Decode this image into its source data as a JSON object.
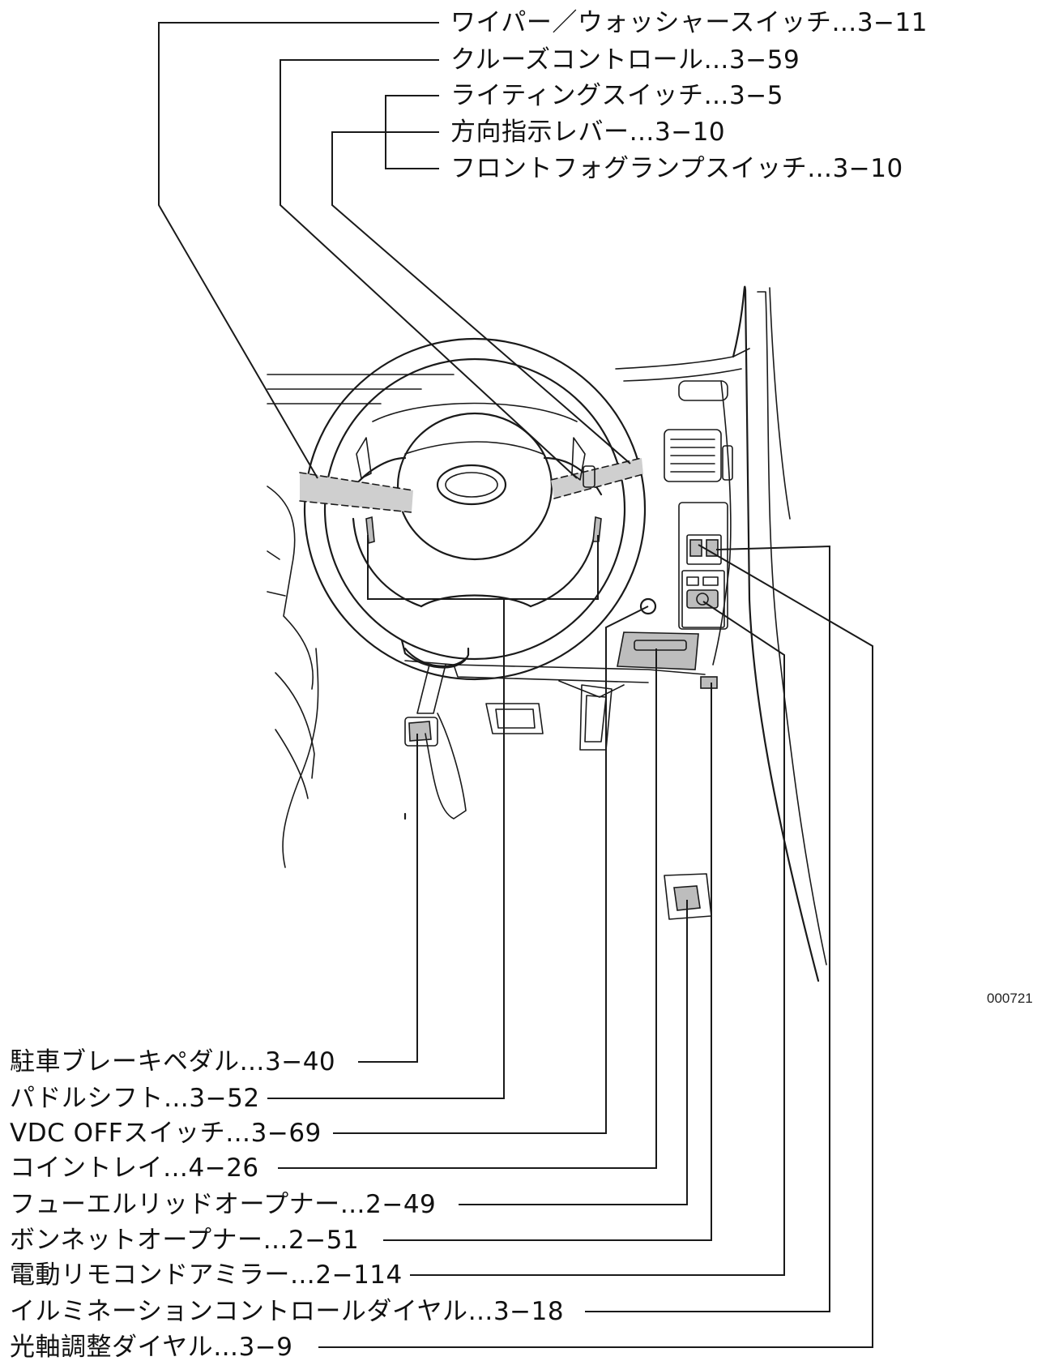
{
  "figure_code": "000721",
  "top_labels": [
    {
      "text": "ワイパー／ウォッシャースイッチ…3−11"
    },
    {
      "text": "クルーズコントロール…3−59"
    },
    {
      "text": "ライティングスイッチ…3−5"
    },
    {
      "text": "方向指示レバー…3−10"
    },
    {
      "text": "フロントフォグランプスイッチ…3−10"
    }
  ],
  "bottom_labels": [
    {
      "text": "駐車ブレーキペダル…3−40"
    },
    {
      "text": "パドルシフト…3−52"
    },
    {
      "text": "VDC OFFスイッチ…3−69"
    },
    {
      "text": "コイントレイ…4−26"
    },
    {
      "text": "フューエルリッドオープナー…2−49"
    },
    {
      "text": "ボンネットオープナー…2−51"
    },
    {
      "text": "電動リモコンドアミラー…2−114"
    },
    {
      "text": "イルミネーションコントロールダイヤル…3−18"
    },
    {
      "text": "光軸調整ダイヤル…3−9"
    }
  ]
}
